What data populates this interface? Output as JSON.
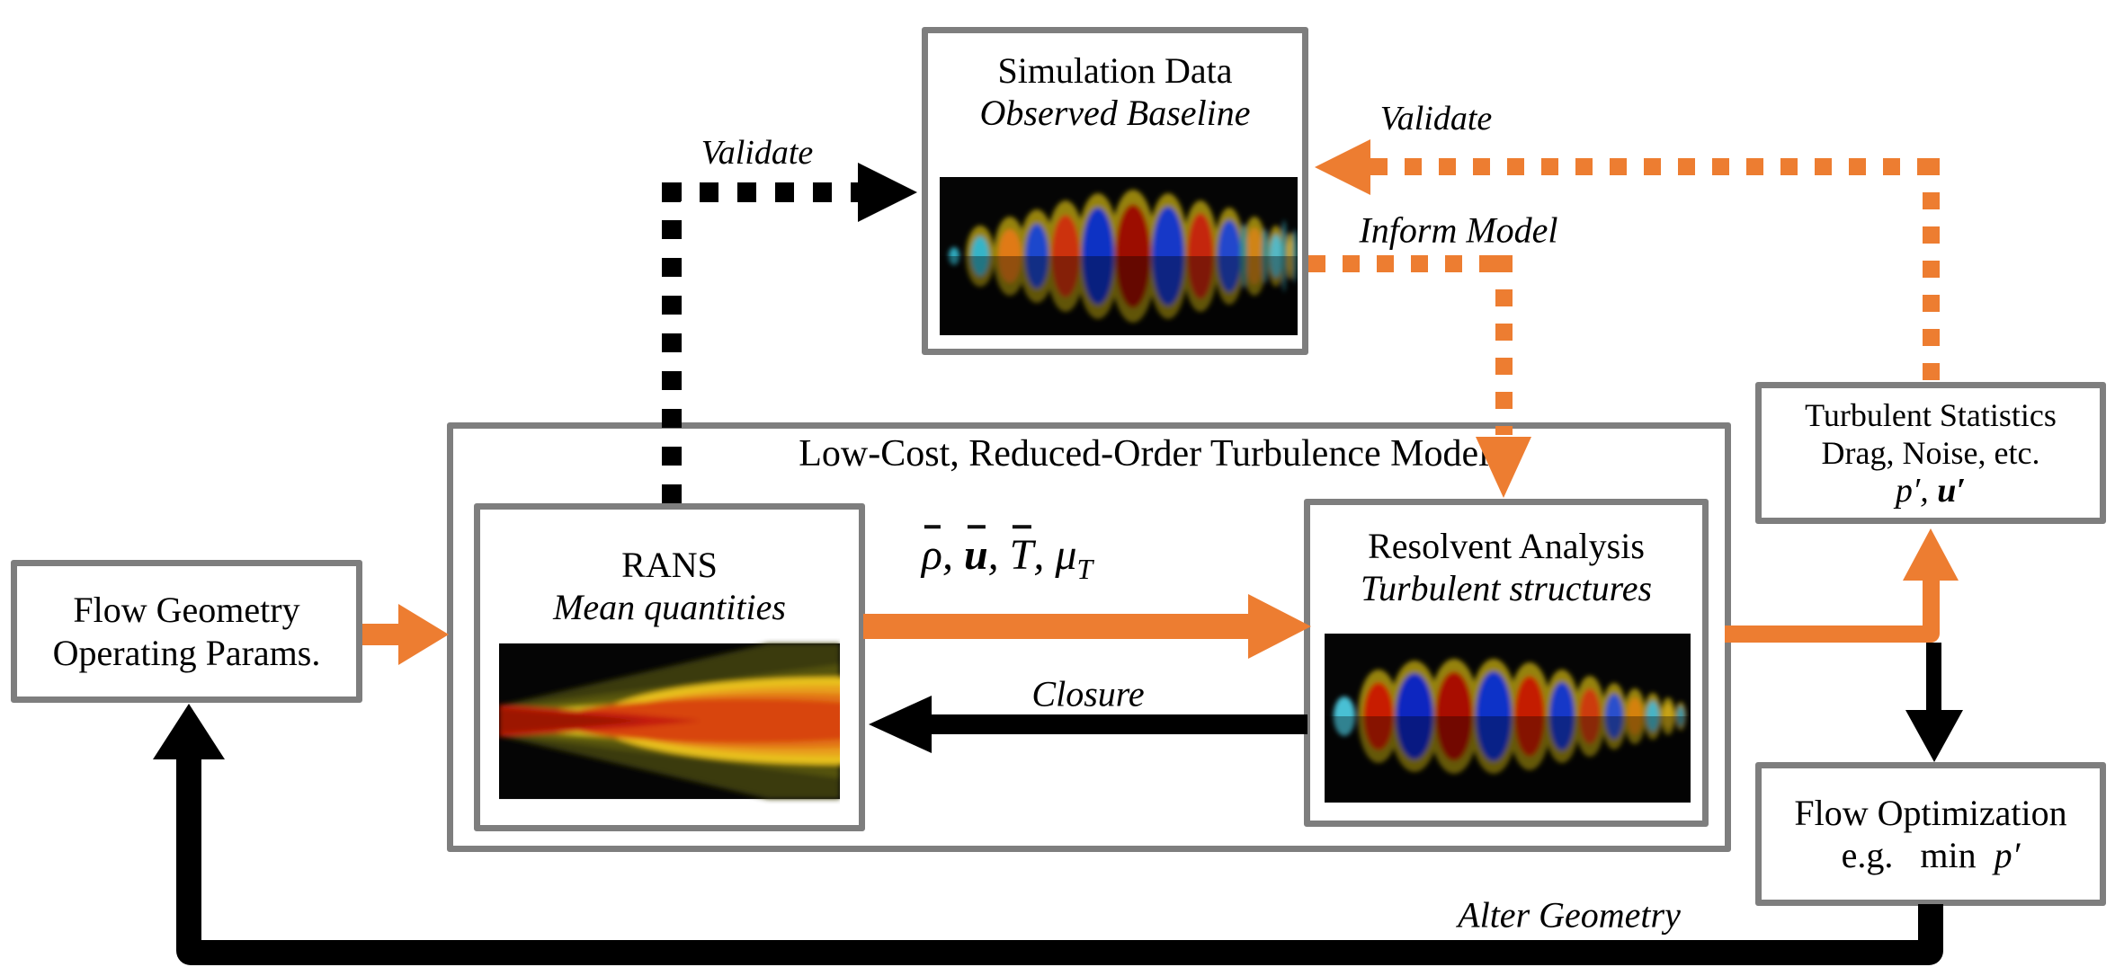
{
  "colors": {
    "accent_orange": "#ED7D31",
    "border_gray": "#7E7E7E",
    "arrow_black": "#000000"
  },
  "boxes": {
    "simulation_data": {
      "title": "Simulation Data",
      "subtitle": "Observed Baseline"
    },
    "model": {
      "title": "Low-Cost, Reduced-Order Turbulence Model"
    },
    "rans": {
      "title": "RANS",
      "subtitle": "Mean quantities"
    },
    "resolvent": {
      "title": "Resolvent Analysis",
      "subtitle": "Turbulent structures"
    },
    "flow_geometry": {
      "line1": "Flow Geometry",
      "line2": "Operating Params."
    },
    "turbulent_statistics": {
      "line1": "Turbulent Statistics",
      "line2": "Drag, Noise, etc.",
      "math_p": "p′,",
      "math_u": "u′"
    },
    "flow_optimization": {
      "line1": "Flow Optimization",
      "line2_prefix": "e.g.",
      "line2_min": "min",
      "line2_math": "p′"
    }
  },
  "edge_labels": {
    "validate_black": "Validate",
    "validate_orange": "Validate",
    "inform_model": "Inform Model",
    "closure": "Closure",
    "alter_geometry": "Alter Geometry"
  },
  "rans_outputs": {
    "rho": "ρ",
    "c1": ",",
    "u": "u",
    "c2": ",",
    "T": "T",
    "c3": ",",
    "mu": "μ",
    "mu_sub": "T"
  },
  "images": {
    "simulation": "instability-wavepacket-contours",
    "rans": "mean-flow-jet-contours",
    "resolvent": "resolvent-mode-contours"
  }
}
